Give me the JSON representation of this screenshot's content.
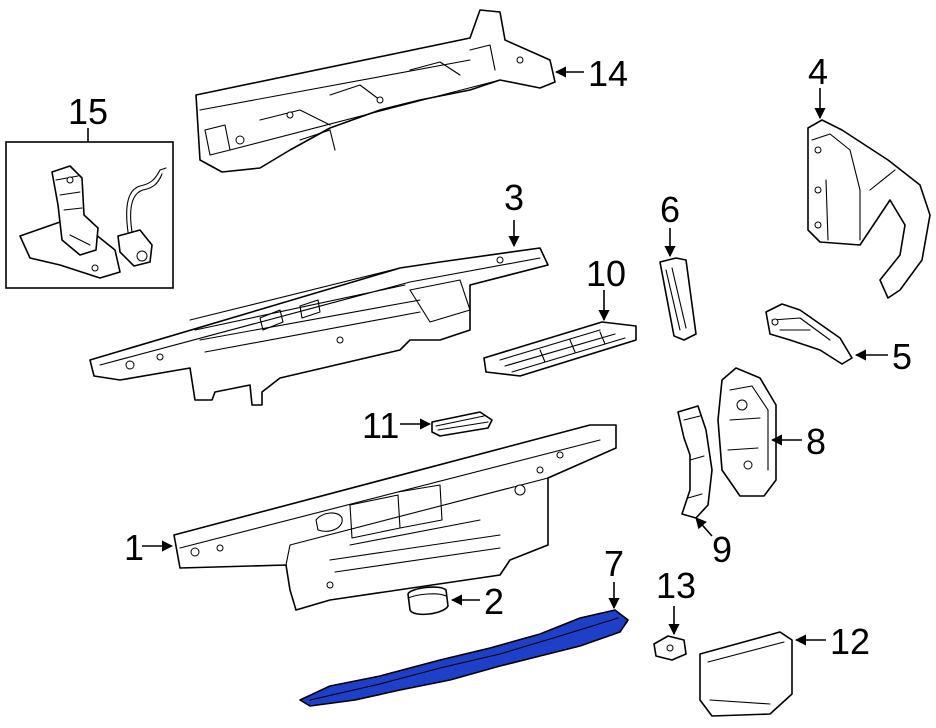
{
  "diagram": {
    "callouts": [
      {
        "id": "1",
        "label": "1"
      },
      {
        "id": "2",
        "label": "2"
      },
      {
        "id": "3",
        "label": "3"
      },
      {
        "id": "4",
        "label": "4"
      },
      {
        "id": "5",
        "label": "5"
      },
      {
        "id": "6",
        "label": "6"
      },
      {
        "id": "7",
        "label": "7"
      },
      {
        "id": "8",
        "label": "8"
      },
      {
        "id": "9",
        "label": "9"
      },
      {
        "id": "10",
        "label": "10"
      },
      {
        "id": "11",
        "label": "11"
      },
      {
        "id": "12",
        "label": "12"
      },
      {
        "id": "13",
        "label": "13"
      },
      {
        "id": "14",
        "label": "14"
      },
      {
        "id": "15",
        "label": "15"
      }
    ],
    "highlight_color": "#1e40c8",
    "line_color": "#000000",
    "background": "#ffffff"
  }
}
